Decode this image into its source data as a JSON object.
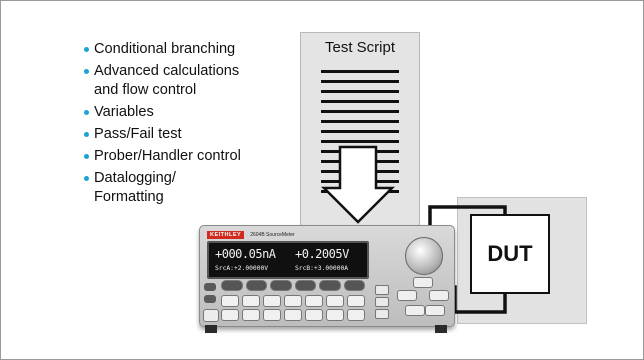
{
  "features": [
    "Conditional branching",
    "Advanced calculations\nand flow control",
    "Variables",
    "Pass/Fail test",
    "Prober/Handler control",
    "Datalogging/\nFormatting"
  ],
  "script_panel": {
    "title": "Test Script"
  },
  "dut_label": "DUT",
  "instrument": {
    "brand": "KEITHLEY",
    "model": "2604B SourceMeter",
    "reading_a": "+000.05nA",
    "reading_b": "+0.2005V",
    "source_a": "SrcA:+2.00000V",
    "source_b": "SrcB:+3.00000A"
  },
  "colors": {
    "bullet": "#1aa3d6",
    "panel": "#e4e4e4",
    "dut_background": "#e2e2e2",
    "brand_badge": "#d12a1e"
  },
  "icons": [
    "bullet-dot-icon",
    "down-arrow-icon",
    "navigation-knob-icon"
  ]
}
